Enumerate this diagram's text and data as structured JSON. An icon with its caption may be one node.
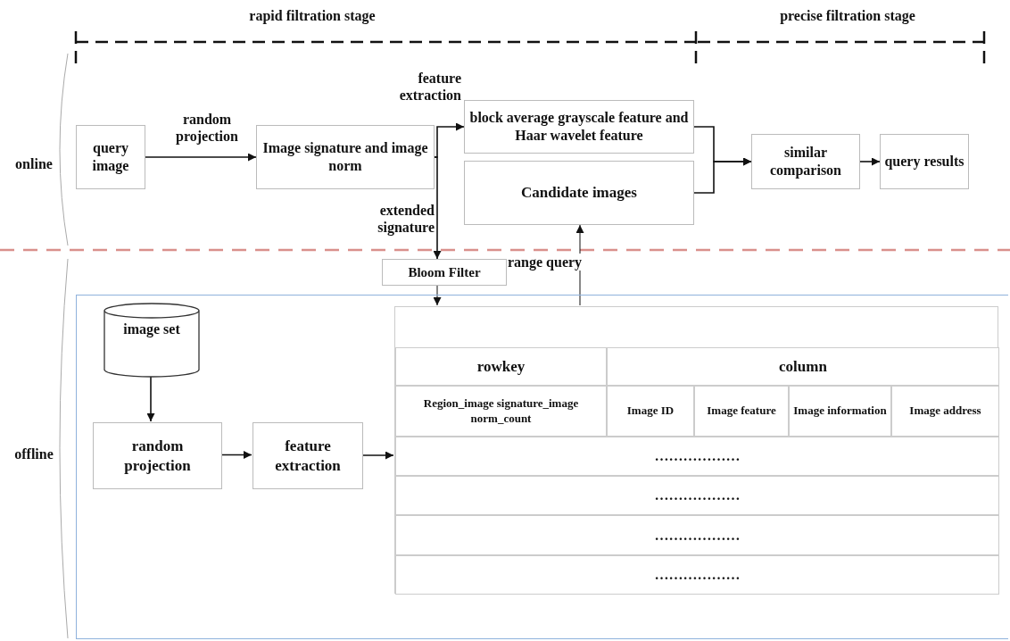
{
  "diagram": {
    "nodes": [
      {
        "text": [
          "query image"
        ]
      },
      {
        "text": [
          "Image signature and image norm"
        ]
      },
      {
        "text": [
          "block average grayscale feature and Haar wavelet feature"
        ]
      },
      {
        "text": [
          "Candidate images"
        ]
      },
      {
        "text": [
          "similar comparison"
        ]
      },
      {
        "text": [
          "query results"
        ]
      },
      {
        "text": [
          "Bloom Filter"
        ]
      },
      {
        "text": [],
        "shape": "box"
      },
      {
        "text": [
          "image set"
        ],
        "in": 7
      },
      {
        "text": [
          "random projection"
        ],
        "in": 7
      },
      {
        "text": [
          "feature extraction"
        ],
        "in": 7
      },
      {
        "text": [],
        "shape": "box",
        "in": 7
      },
      {
        "text": [
          "rowkey"
        ],
        "in": 11
      },
      {
        "text": [
          "column"
        ],
        "in": 11
      },
      {
        "text": [
          "Region_image signature_image norm_count"
        ],
        "in": 11
      },
      {
        "text": [
          "Image ID"
        ],
        "in": 11
      },
      {
        "text": [
          "Image feature"
        ],
        "in": 11
      },
      {
        "text": [
          "Image information"
        ],
        "in": 11
      },
      {
        "text": [
          "Image address"
        ],
        "in": 11
      },
      {
        "text": [
          "………………"
        ],
        "in": 11
      },
      {
        "text": [
          "………………"
        ],
        "in": 11
      },
      {
        "text": [
          "………………"
        ],
        "in": 11
      },
      {
        "text": [
          "………………"
        ],
        "in": 11
      }
    ],
    "edges": [
      {
        "from": 0,
        "to": 1,
        "arrow": "to",
        "label": "random projection"
      },
      {
        "from": 1,
        "to": 2,
        "arrow": "to",
        "label": "feature extraction"
      },
      {
        "from": 1,
        "to": 6,
        "arrow": "to",
        "label": "extended signature"
      },
      {
        "from": 6,
        "to": 11,
        "arrow": "to"
      },
      {
        "from": 11,
        "to": 3,
        "arrow": "to",
        "label": "range query"
      },
      {
        "from": 2,
        "to": 4,
        "arrow": "to"
      },
      {
        "from": 3,
        "to": 4,
        "arrow": "to"
      },
      {
        "from": 4,
        "to": 5,
        "arrow": "to"
      },
      {
        "from": 8,
        "to": 9,
        "arrow": "to"
      },
      {
        "from": 9,
        "to": 10,
        "arrow": "to"
      },
      {
        "from": 10,
        "to": 11,
        "arrow": "to"
      }
    ],
    "labels": [
      "rapid filtration stage",
      "precise filtration stage",
      "online",
      "offline"
    ]
  }
}
